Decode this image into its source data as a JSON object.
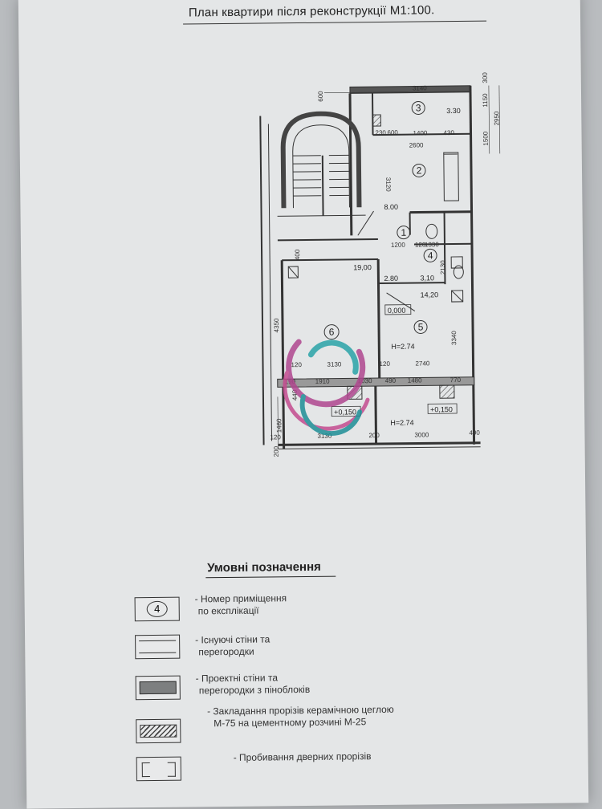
{
  "title": "План квартири  після реконструкції М1:100.",
  "plan": {
    "rooms": [
      "1",
      "2",
      "3",
      "4",
      "5",
      "6"
    ],
    "areas": [
      "3.30",
      "8.00",
      "19,00",
      "2.80",
      "3,10",
      "14,20"
    ],
    "levels": [
      "0,000",
      "+0,150",
      "+0,150"
    ],
    "heights": [
      "H=2.74",
      "H=2.74"
    ],
    "dims_top": [
      "3140",
      "600",
      "1150",
      "300",
      "1500",
      "2950",
      "230",
      "600",
      "1400",
      "430",
      "2600",
      "3120"
    ],
    "dims_mid": [
      "1200",
      "120",
      "1330",
      "400",
      "2130",
      "4350",
      "3340"
    ],
    "dims_low": [
      "120",
      "3130",
      "120",
      "2740",
      "190",
      "1910",
      "1030",
      "490",
      "1480",
      "770",
      "440",
      "1460"
    ],
    "dims_bottom": [
      "120",
      "3130",
      "200",
      "3000",
      "400",
      "200"
    ]
  },
  "legend": {
    "title": "Умовні позначення",
    "items": [
      {
        "symbol": "4",
        "text1": "- Номер приміщення",
        "text2": "по експлікації"
      },
      {
        "text1": "- Існуючі стіни та",
        "text2": "перегородки"
      },
      {
        "text1": "- Проектні стіни та",
        "text2": "перегородки з піноблоків"
      },
      {
        "text1": "- Закладання прорізів керамічною цеглою",
        "text2": "М-75  на цементному розчині М-25"
      },
      {
        "text1": "- Пробивання дверних прорізів"
      }
    ]
  }
}
